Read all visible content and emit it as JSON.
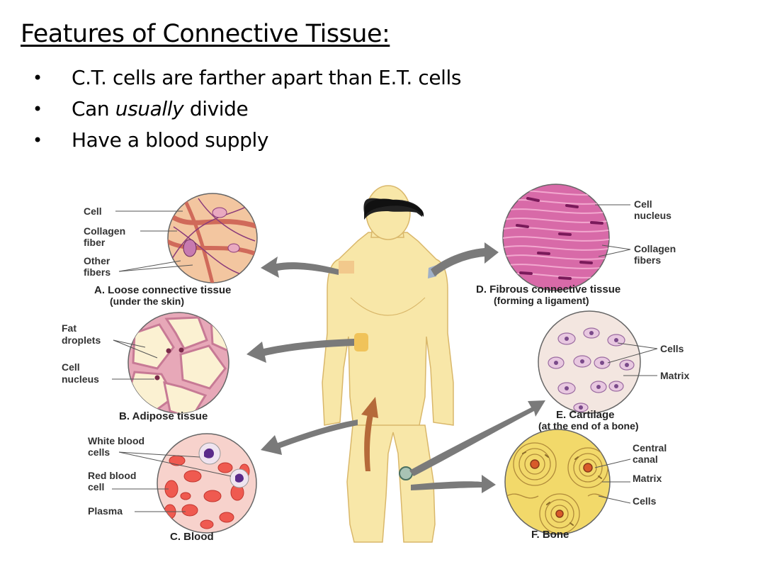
{
  "title": "Features of Connective Tissue:",
  "bullets": [
    {
      "text": "C.T. cells are farther apart than E.T. cells"
    },
    {
      "pre": "Can ",
      "em": "usually",
      "post": " divide"
    },
    {
      "text": "Have a blood supply"
    }
  ],
  "panels": {
    "loose": {
      "caption": "A. Loose connective tissue",
      "sub": "(under the skin)",
      "labels": [
        "Cell",
        "Collagen",
        "fiber",
        "Other",
        "fibers"
      ]
    },
    "adipose": {
      "caption": "B. Adipose tissue",
      "labels": [
        "Fat",
        "droplets",
        "Cell",
        "nucleus"
      ]
    },
    "blood": {
      "caption": "C. Blood",
      "labels": [
        "White blood",
        "cells",
        "Red blood",
        "cell",
        "Plasma"
      ]
    },
    "fibrous": {
      "caption": "D. Fibrous connective tissue",
      "sub": "(forming a ligament)",
      "labels": [
        "Cell",
        "nucleus",
        "Collagen",
        "fibers"
      ]
    },
    "cartilage": {
      "caption": "E. Cartilage",
      "sub": "(at the end of a bone)",
      "labels": [
        "Cells",
        "Matrix"
      ]
    },
    "bone": {
      "caption": "F. Bone",
      "labels": [
        "Central",
        "canal",
        "Matrix",
        "Cells"
      ]
    }
  },
  "colors": {
    "skin": "#f8e7a8",
    "loose": "#f3c6a0",
    "adipose": "#f6d3d6",
    "blood": "#f7d2cc",
    "fibrous": "#d86aa8",
    "cartilage": "#f3e6e0",
    "bone": "#f2d96a",
    "arrow": "#7a7a7a"
  }
}
